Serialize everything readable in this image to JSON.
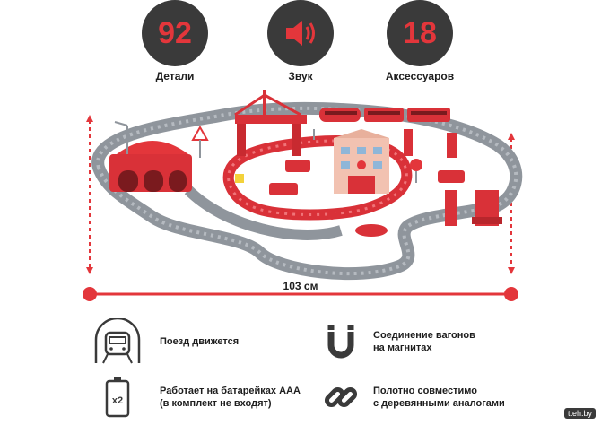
{
  "stats": [
    {
      "value": "92",
      "label": "Детали"
    },
    {
      "icon": "speaker-icon",
      "label": "Звук"
    },
    {
      "value": "18",
      "label": "Аксессуаров"
    }
  ],
  "dimension": {
    "label": "103 см"
  },
  "features": [
    {
      "icon": "train-tunnel-icon",
      "text": "Поезд движется"
    },
    {
      "icon": "magnet-icon",
      "text_line1": "Соединение вагонов",
      "text_line2": "на магнитах"
    },
    {
      "icon": "battery-x2-icon",
      "text_line1": "Работает на батарейках ААА",
      "text_line2": "(в комплект не входят)"
    },
    {
      "icon": "chain-link-icon",
      "text_line1": "Полотно совместимо",
      "text_line2": "с деревянными аналогами"
    }
  ],
  "watermark": "tteh.by",
  "colors": {
    "accent": "#e3363b",
    "dark": "#3a3a3a",
    "track": "#8f959c"
  }
}
